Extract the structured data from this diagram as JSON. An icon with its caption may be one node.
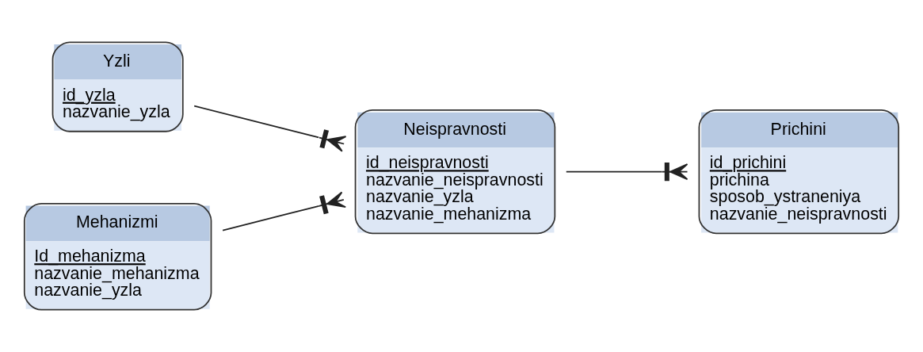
{
  "diagram": {
    "nodes": [
      {
        "text": [
          "Yzli",
          "id_yzla",
          "nazvanie_yzla"
        ]
      },
      {
        "text": [
          "Neispravnosti",
          "id_neispravnosti",
          "nazvanie_neispravnosti",
          "nazvanie_yzla",
          "nazvanie_mehanizma"
        ]
      },
      {
        "text": [
          "Mehanizmi",
          "Id_mehanizma",
          "nazvanie_mehanizma",
          "nazvanie_yzla"
        ]
      },
      {
        "text": [
          "Prichini",
          "id_prichini",
          "prichina",
          "sposob_ystraneniya",
          "nazvanie_neispravnosti"
        ]
      }
    ],
    "edges": [
      {
        "from": 0,
        "to": 1,
        "arrow": "other"
      },
      {
        "from": 2,
        "to": 1,
        "arrow": "other"
      },
      {
        "from": 1,
        "to": 3,
        "arrow": "other"
      }
    ]
  }
}
